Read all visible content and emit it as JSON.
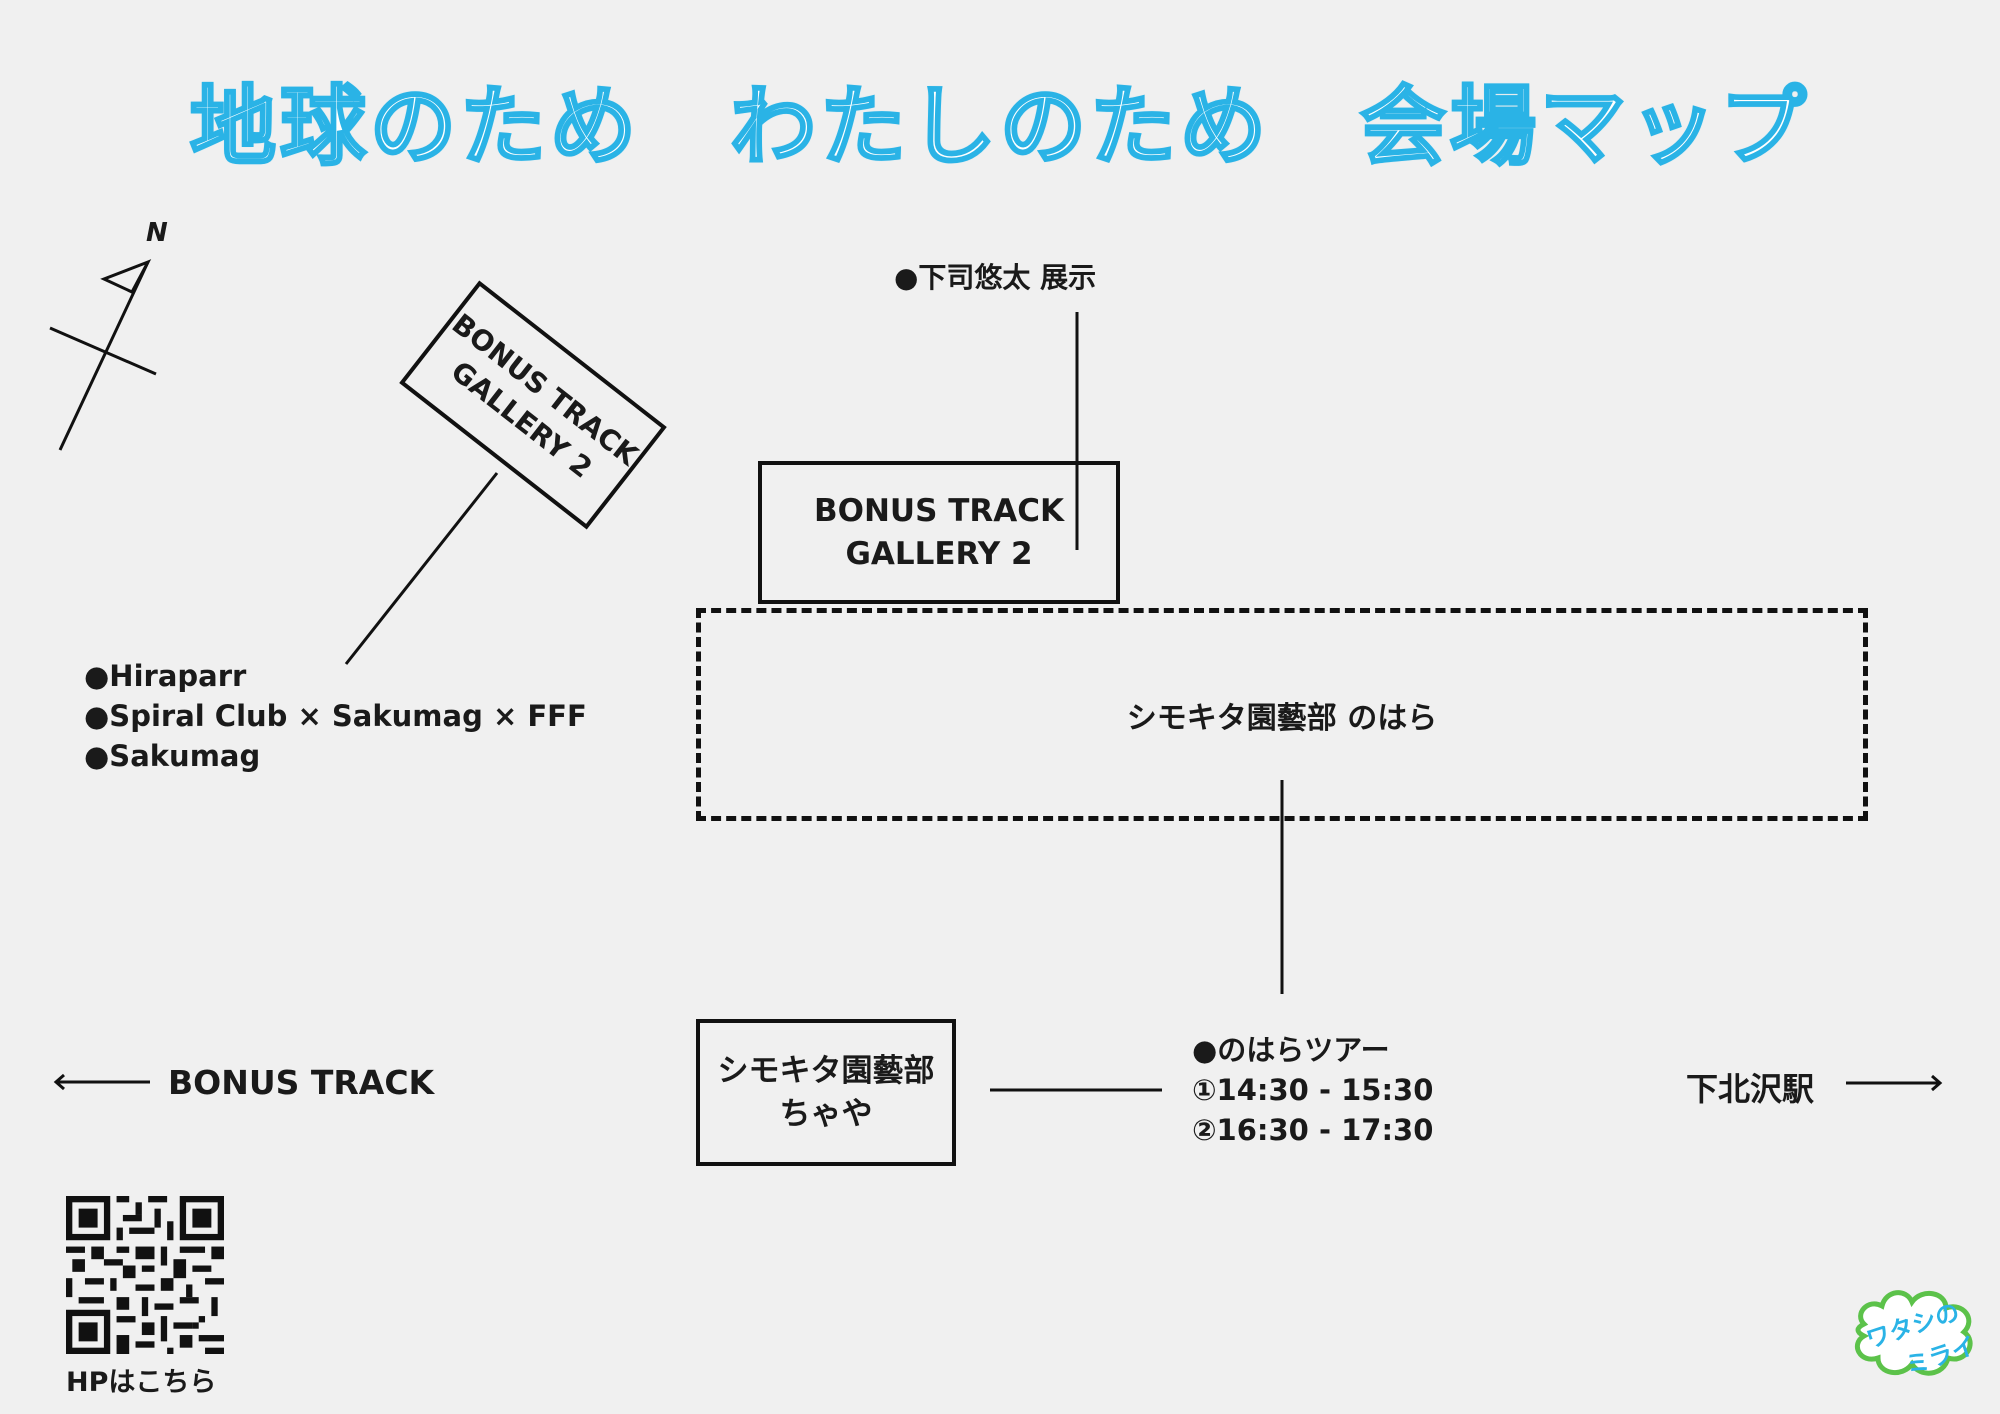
{
  "title": "地球のため　わたしのため　会場マップ",
  "compass": {
    "label": "N"
  },
  "venues": {
    "rotated_gallery": {
      "line1": "BONUS TRACK",
      "line2": "GALLERY 2"
    },
    "gallery": {
      "line1": "BONUS TRACK",
      "line2": "GALLERY 2"
    },
    "nohara": {
      "label": "シモキタ園藝部 のはら"
    },
    "chaya": {
      "line1": "シモキタ園藝部",
      "line2": "ちゃや"
    }
  },
  "callouts": {
    "shimoji": "●下司悠太  展示",
    "gallery_exhibitors": [
      "●Hiraparr",
      "●Spiral Club × Sakumag × FFF",
      "●Sakumag"
    ],
    "tour": [
      "●のはらツアー",
      "①14:30 - 15:30",
      "②16:30 - 17:30"
    ]
  },
  "directions": {
    "left": "BONUS TRACK",
    "right": "下北沢駅"
  },
  "qr": {
    "caption": "HPはこちら"
  },
  "logo": {
    "line1": "ワタシの",
    "line2": "ミライ"
  },
  "colors": {
    "title_accent": "#2ab3e6",
    "logo_green": "#5cc24a",
    "background": "#f0f0f0"
  }
}
